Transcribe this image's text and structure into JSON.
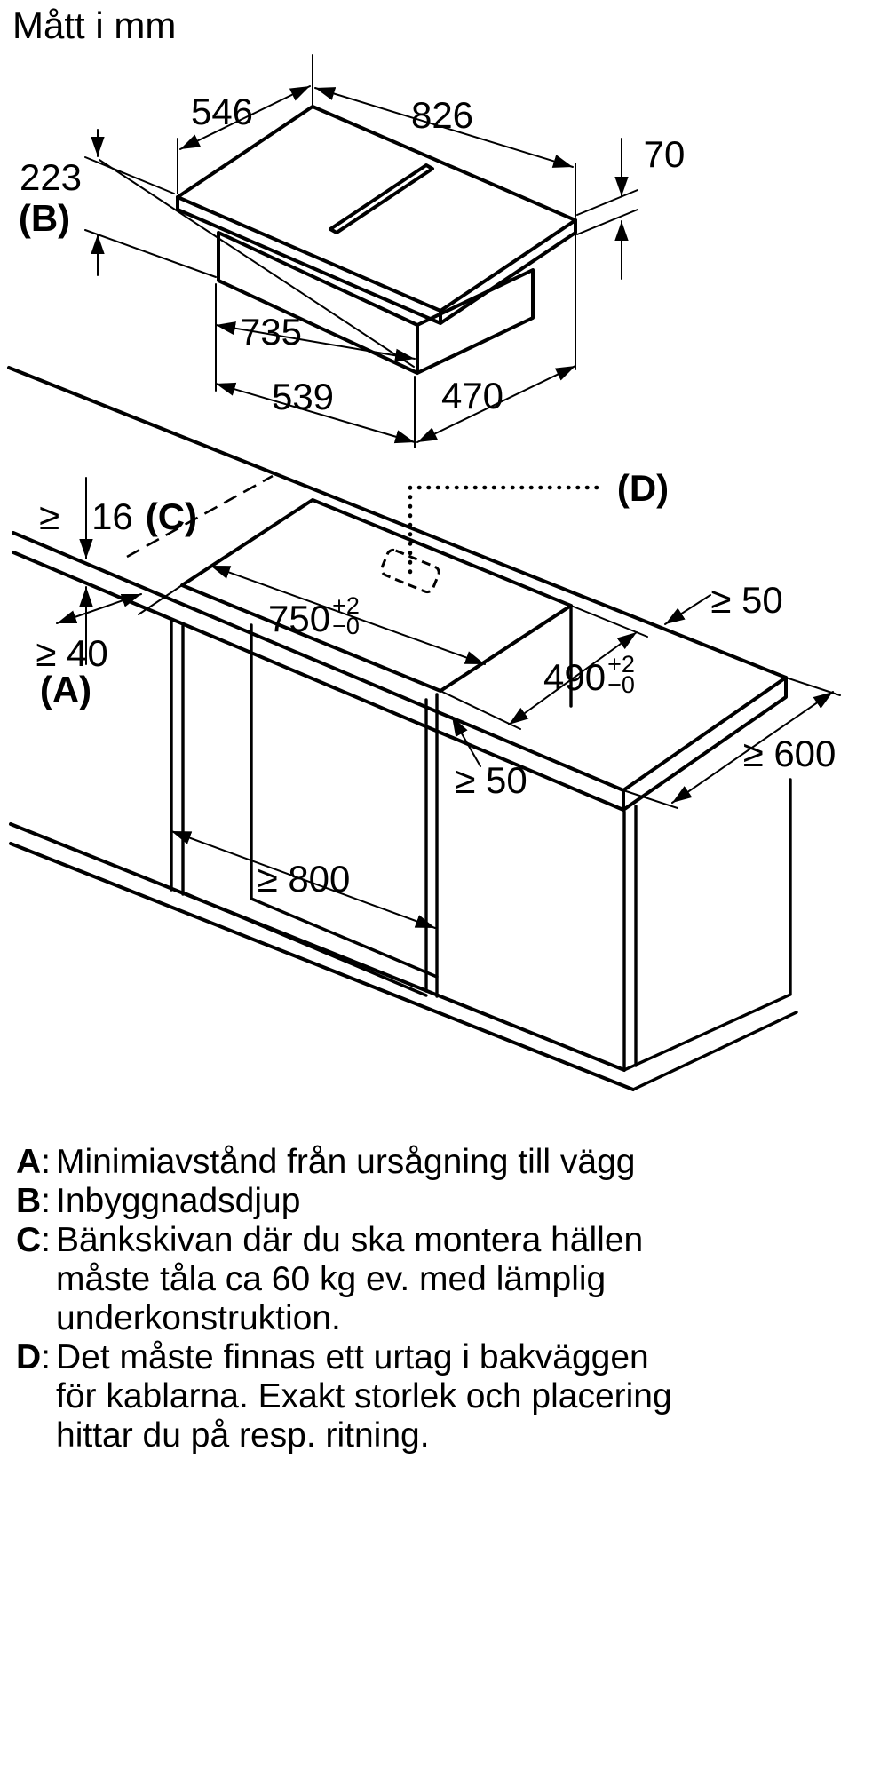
{
  "title": "Mått i mm",
  "figure_top": {
    "d546": "546",
    "d826": "826",
    "d70": "70",
    "d223": "223",
    "tagB": "(B)",
    "d735": "735",
    "d539": "539",
    "d470": "470"
  },
  "figure_mid": {
    "d16_prefix": "≥",
    "d16_value": "16",
    "tagC": "(C)",
    "tagD": "(D)",
    "d750_main": "750",
    "d750_sup": "+2",
    "d750_sub": "−0",
    "d490_main": "490",
    "d490_sup": "+2",
    "d490_sub": "−0",
    "d50_top": "≥ 50",
    "d50_bottom": "≥ 50",
    "d40": "≥ 40",
    "tagA": "(A)",
    "d600": "≥ 600",
    "d800": "≥ 800"
  },
  "legend": {
    "entries": [
      {
        "key": "A",
        "sep": ":",
        "lines": [
          "Minimiavstånd från ursågning till vägg"
        ]
      },
      {
        "key": "B",
        "sep": ":",
        "lines": [
          "Inbyggnadsdjup"
        ]
      },
      {
        "key": "C",
        "sep": ":",
        "lines": [
          "Bänkskivan där du ska montera hällen",
          "måste tåla ca 60 kg ev. med lämplig",
          "underkonstruktion."
        ]
      },
      {
        "key": "D",
        "sep": ":",
        "lines": [
          "Det måste finnas ett urtag i bakväggen",
          "för kablarna. Exakt storlek och placering",
          "hittar du på resp. ritning."
        ]
      }
    ]
  }
}
